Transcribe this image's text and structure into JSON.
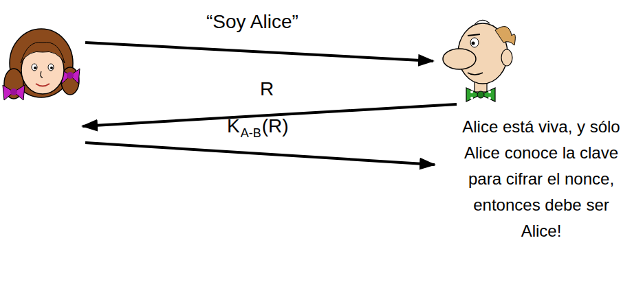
{
  "diagram": {
    "labels": [
      "“Soy Alice”",
      "R",
      "K",
      "A-B",
      "(R)",
      "Alice está viva, y sólo Alice conoce la clave para cifrar el nonce, entonces debe ser Alice!"
    ]
  }
}
